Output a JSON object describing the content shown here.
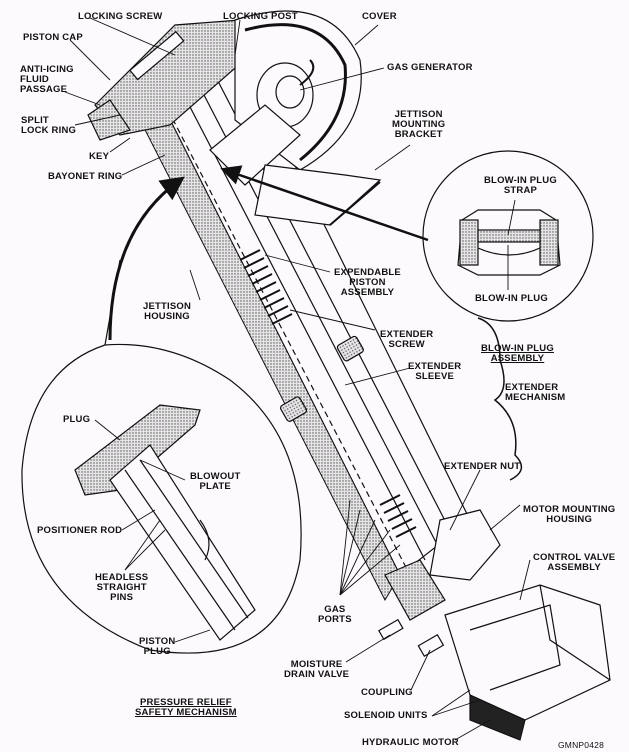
{
  "figure_id": "GMNP0428",
  "colors": {
    "ink": "#111111",
    "background": "#fdfafd",
    "shade": "#9a9a9a"
  },
  "labels": {
    "locking_screw": "LOCKING SCREW",
    "locking_post": "LOCKING POST",
    "cover": "COVER",
    "piston_cap": "PISTON CAP",
    "anti_icing": "ANTI-ICING\nFLUID\nPASSAGE",
    "split_lock_ring": "SPLIT\nLOCK RING",
    "key": "KEY",
    "bayonet_ring": "BAYONET RING",
    "gas_generator": "GAS GENERATOR",
    "jettison_mounting_bracket": "JETTISON\nMOUNTING\nBRACKET",
    "blow_in_plug_strap": "BLOW-IN PLUG\nSTRAP",
    "blow_in_plug": "BLOW-IN PLUG",
    "blow_in_plug_assembly": "BLOW-IN PLUG\nASSEMBLY",
    "extender_mechanism": "EXTENDER\nMECHANISM",
    "expendable_piston_assembly": "EXPENDABLE\nPISTON\nASSEMBLY",
    "jettison_housing": "JETTISON\nHOUSING",
    "extender_screw": "EXTENDER\nSCREW",
    "extender_sleeve": "EXTENDER\nSLEEVE",
    "plug": "PLUG",
    "blowout_plate": "BLOWOUT\nPLATE",
    "positioner_rod": "POSITIONER ROD",
    "headless_straight_pins": "HEADLESS\nSTRAIGHT\nPINS",
    "piston_plug": "PISTON\nPLUG",
    "pressure_relief": "PRESSURE RELIEF\nSAFETY MECHANISM",
    "extender_nut": "EXTENDER NUT",
    "motor_mounting_housing": "MOTOR MOUNTING\nHOUSING",
    "control_valve_assembly": "CONTROL VALVE\nASSEMBLY",
    "gas_ports": "GAS\nPORTS",
    "moisture_drain_valve": "MOISTURE\nDRAIN VALVE",
    "coupling": "COUPLING",
    "solenoid_units": "SOLENOID UNITS",
    "hydraulic_motor": "HYDRAULIC MOTOR"
  }
}
